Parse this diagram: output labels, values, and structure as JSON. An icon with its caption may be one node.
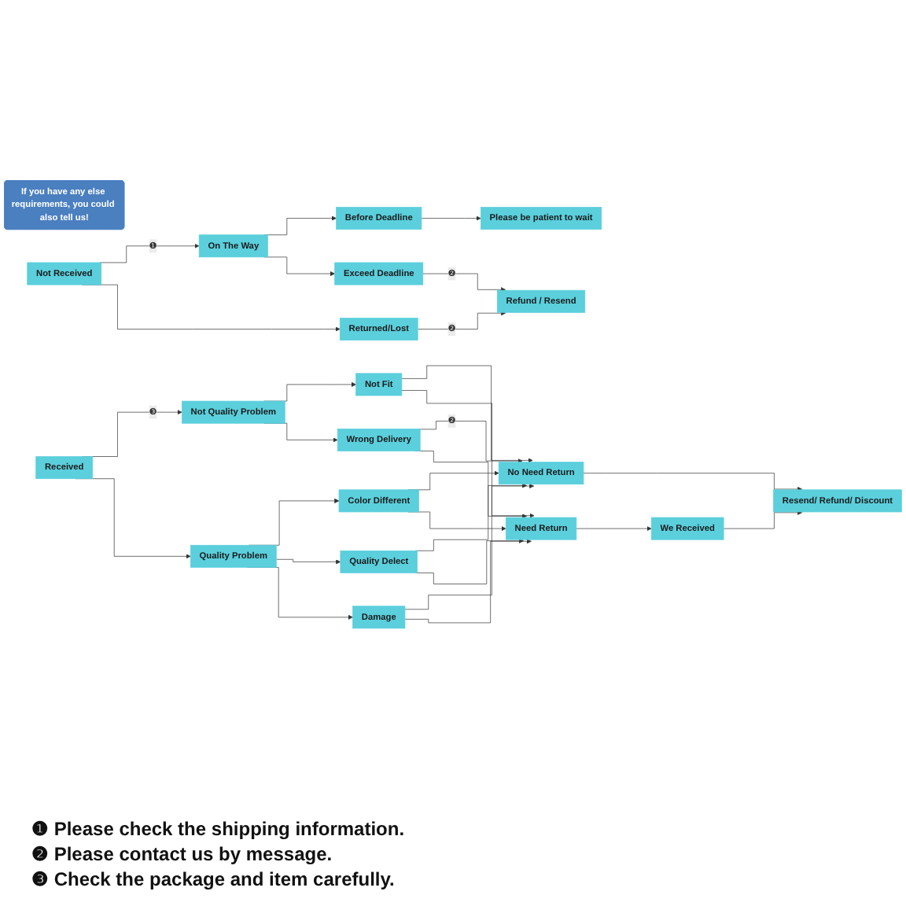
{
  "diagram": {
    "nodes": [
      {
        "text": [
          "Not Received"
        ]
      },
      {
        "text": [
          "On The Way"
        ]
      },
      {
        "text": [
          "Returned/Lost"
        ]
      },
      {
        "text": [
          "Before Deadline"
        ]
      },
      {
        "text": [
          "Exceed Deadline"
        ]
      },
      {
        "text": [
          "Please be patient to wait"
        ]
      },
      {
        "text": [
          "Refund / Resend"
        ]
      },
      {
        "text": [
          "Received"
        ]
      },
      {
        "text": [
          "Not Quality Problem"
        ]
      },
      {
        "text": [
          "Quality Problem"
        ]
      },
      {
        "text": [
          "Not Fit"
        ]
      },
      {
        "text": [
          "Wrong Delivery"
        ]
      },
      {
        "text": [
          "Color Different"
        ]
      },
      {
        "text": [
          "Quality Delect"
        ]
      },
      {
        "text": [
          "Damage"
        ]
      },
      {
        "text": [
          "No Need Return"
        ]
      },
      {
        "text": [
          "Need Return"
        ]
      },
      {
        "text": [
          "Resend/ Refund/ Discount"
        ]
      },
      {
        "text": [
          "We Received"
        ]
      },
      {
        "text": [
          "If you have any else requirements, you could also tell us!"
        ]
      }
    ],
    "edges": [
      {
        "from": 0,
        "to": 1,
        "arrow": "to",
        "label": "❶"
      },
      {
        "from": 0,
        "to": 2,
        "arrow": "to"
      },
      {
        "from": 1,
        "to": 3,
        "arrow": "to"
      },
      {
        "from": 1,
        "to": 4,
        "arrow": "to"
      },
      {
        "from": 3,
        "to": 5,
        "arrow": "to"
      },
      {
        "from": 2,
        "to": 6,
        "arrow": "to",
        "label": "❷"
      },
      {
        "from": 4,
        "to": 6,
        "arrow": "to",
        "label": "❷"
      },
      {
        "from": 7,
        "to": 8,
        "arrow": "to",
        "label": "❸"
      },
      {
        "from": 7,
        "to": 9,
        "arrow": "to"
      },
      {
        "from": 8,
        "to": 10,
        "arrow": "to"
      },
      {
        "from": 8,
        "to": 11,
        "arrow": "to"
      },
      {
        "from": 9,
        "to": 12,
        "arrow": "to"
      },
      {
        "from": 9,
        "to": 13,
        "arrow": "to"
      },
      {
        "from": 9,
        "to": 14,
        "arrow": "to"
      },
      {
        "from": 10,
        "to": 15,
        "arrow": "to"
      },
      {
        "from": 10,
        "to": 16,
        "arrow": "to"
      },
      {
        "from": 11,
        "to": 15,
        "arrow": "to",
        "label": "❷"
      },
      {
        "from": 11,
        "to": 16,
        "arrow": "to"
      },
      {
        "from": 12,
        "to": 15,
        "arrow": "to"
      },
      {
        "from": 12,
        "to": 16,
        "arrow": "to"
      },
      {
        "from": 13,
        "to": 15,
        "arrow": "to"
      },
      {
        "from": 13,
        "to": 16,
        "arrow": "to"
      },
      {
        "from": 14,
        "to": 15,
        "arrow": "to"
      },
      {
        "from": 14,
        "to": 16,
        "arrow": "to"
      },
      {
        "from": 15,
        "to": 17,
        "arrow": "to"
      },
      {
        "from": 16,
        "to": 18,
        "arrow": "to"
      },
      {
        "from": 18,
        "to": 17,
        "arrow": "to"
      }
    ],
    "labels": [
      "❶ Please check the shipping information.",
      "❷ Please contact us by message.",
      "❸ Check the package and item carefully."
    ]
  }
}
